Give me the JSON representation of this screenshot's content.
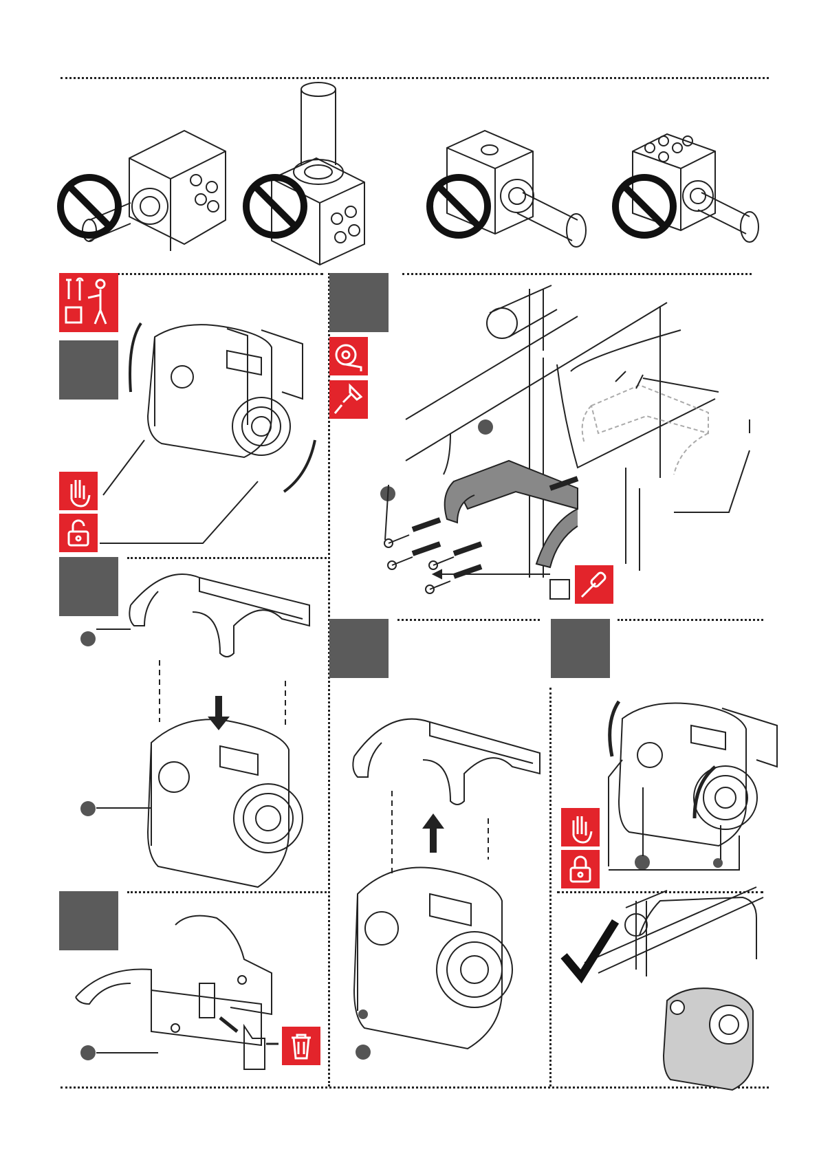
{
  "colors": {
    "warning_red": "#e3242b",
    "step_box_gray": "#5b5b5b",
    "callout_gray": "#555555",
    "line_dark": "#222222",
    "prohibit_black": "#111111"
  },
  "prohibited_orientations": [
    {
      "icon": "no-entry-icon",
      "subject": "unit-rotated-left"
    },
    {
      "icon": "no-entry-icon",
      "subject": "unit-upright-pipe"
    },
    {
      "icon": "no-entry-icon",
      "subject": "unit-side-pipe"
    },
    {
      "icon": "no-entry-icon",
      "subject": "unit-rear-pipe"
    }
  ],
  "icons": {
    "tools": "tools-person-icon",
    "tape": "measuring-tape-icon",
    "pin": "push-pin-icon",
    "hand": "hand-stop-icon",
    "unlock": "unlock-icon",
    "lock": "lock-icon",
    "screwdriver": "screwdriver-icon",
    "trash": "trash-icon",
    "check": "checkmark-icon"
  }
}
